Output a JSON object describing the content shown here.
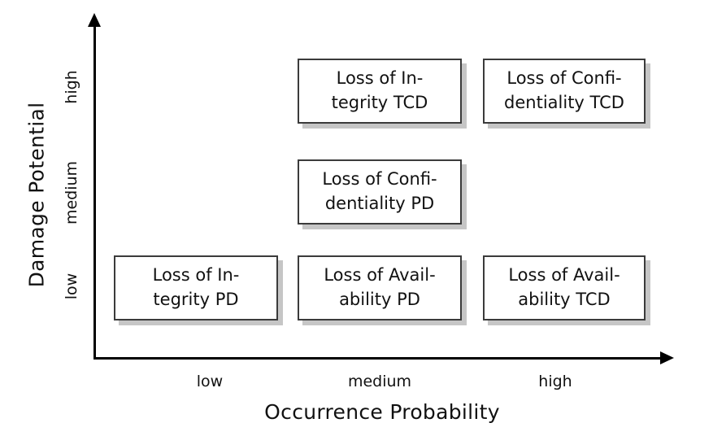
{
  "chart_data": {
    "type": "table",
    "title": "",
    "xlabel": "Occurrence Probability",
    "ylabel": "Damage Potential",
    "x_categories": [
      "low",
      "medium",
      "high"
    ],
    "y_categories": [
      "low",
      "medium",
      "high"
    ],
    "grid": false,
    "legend": "none",
    "x_axis_arrow": true,
    "y_axis_arrow": true,
    "cells": [
      {
        "x": "medium",
        "y": "high",
        "label": "Loss of In-\ntegrity TCD",
        "name": "loss-of-integrity-tcd"
      },
      {
        "x": "high",
        "y": "high",
        "label": "Loss of Confi-\ndentiality TCD",
        "name": "loss-of-confidentiality-tcd"
      },
      {
        "x": "medium",
        "y": "medium",
        "label": "Loss of Confi-\ndentiality PD",
        "name": "loss-of-confidentiality-pd"
      },
      {
        "x": "low",
        "y": "low",
        "label": "Loss of In-\ntegrity PD",
        "name": "loss-of-integrity-pd"
      },
      {
        "x": "medium",
        "y": "low",
        "label": "Loss of Avail-\nability PD",
        "name": "loss-of-availability-pd"
      },
      {
        "x": "high",
        "y": "low",
        "label": "Loss of Avail-\nability TCD",
        "name": "loss-of-availability-tcd"
      }
    ],
    "colors": {
      "axis": "#000000",
      "box_border": "#3b3b3b",
      "box_fill": "#ffffff",
      "box_shadow": "#c6c6c6",
      "text": "#111111",
      "background": "#ffffff"
    }
  },
  "axes": {
    "y_title": "Damage Potential",
    "x_title": "Occurrence Probability",
    "y_ticks": [
      "high",
      "medium",
      "low"
    ],
    "x_ticks": [
      "low",
      "medium",
      "high"
    ]
  },
  "boxes": [
    {
      "text": "Loss of In-\ntegrity TCD"
    },
    {
      "text": "Loss of Confi-\ndentiality TCD"
    },
    {
      "text": "Loss of Confi-\ndentiality PD"
    },
    {
      "text": "Loss of In-\ntegrity PD"
    },
    {
      "text": "Loss of Avail-\nability PD"
    },
    {
      "text": "Loss of Avail-\nability TCD"
    }
  ]
}
